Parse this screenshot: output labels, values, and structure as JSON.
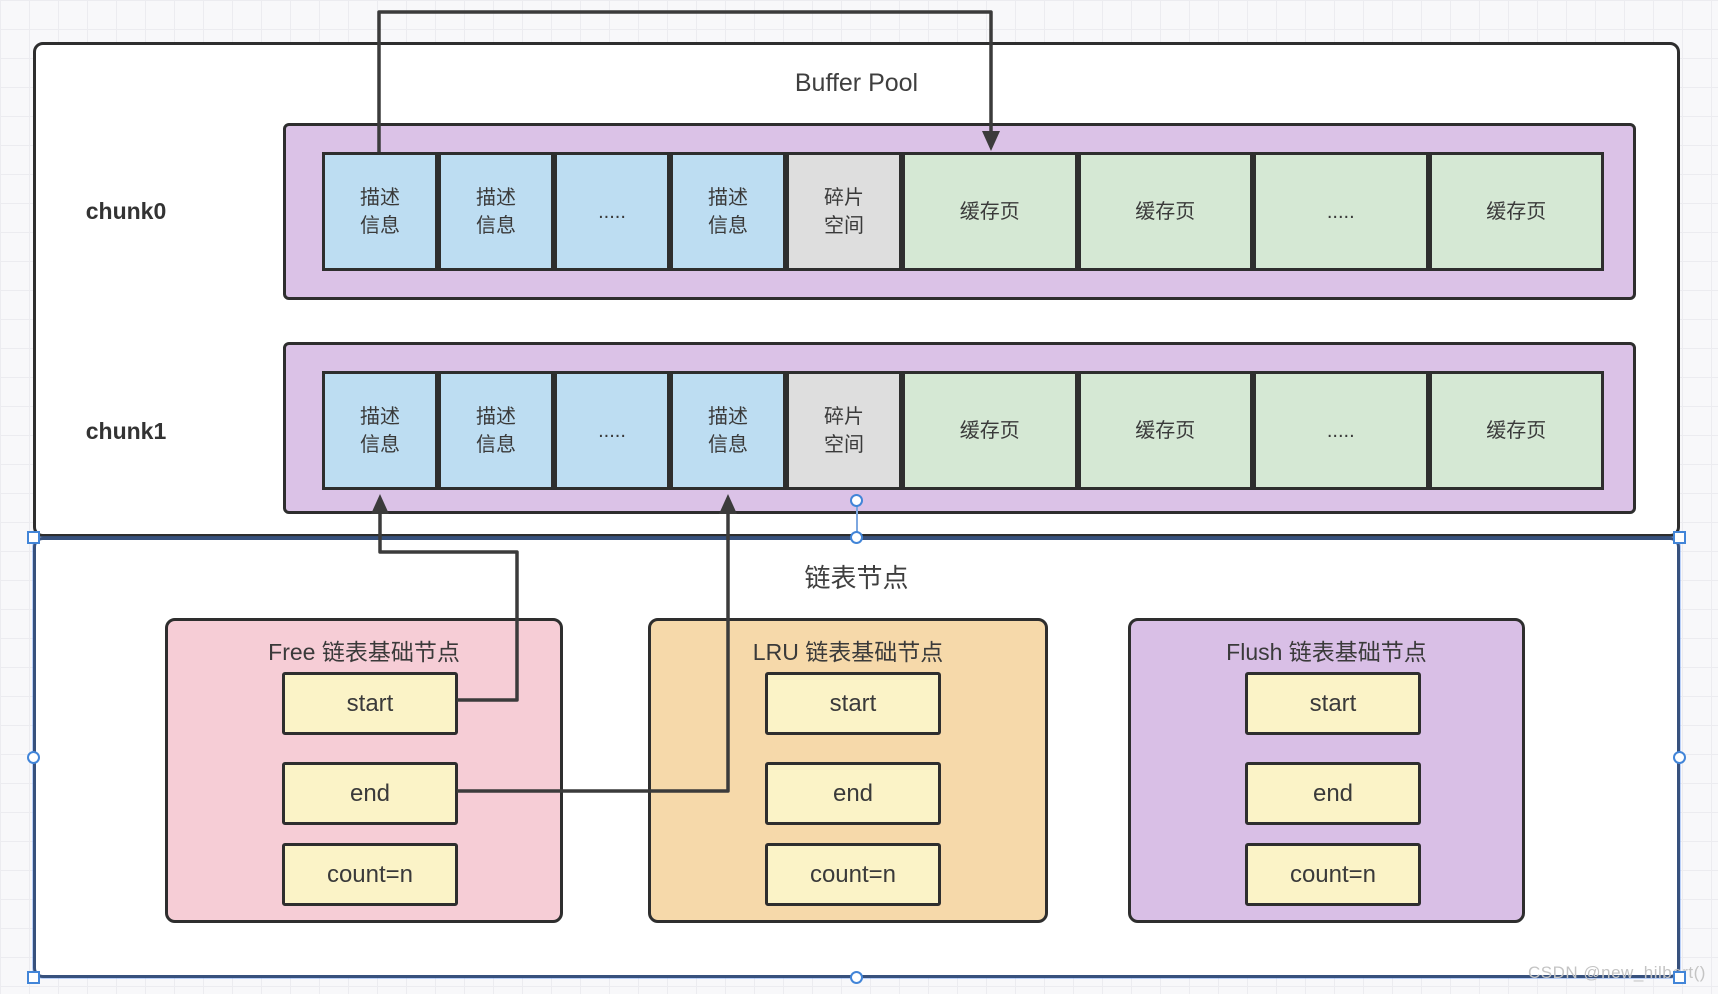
{
  "canvas": {
    "watermark": "CSDN @new_hilbert()"
  },
  "buffer_pool": {
    "title": "Buffer Pool",
    "chunks": [
      {
        "label": "chunk0",
        "cells": [
          {
            "text": "描述\n信息",
            "type": "descriptor"
          },
          {
            "text": "描述\n信息",
            "type": "descriptor"
          },
          {
            "text": ".....",
            "type": "descriptor-ellipsis"
          },
          {
            "text": "描述\n信息",
            "type": "descriptor"
          },
          {
            "text": "碎片\n空间",
            "type": "fragment"
          },
          {
            "text": "缓存页",
            "type": "cache-page"
          },
          {
            "text": "缓存页",
            "type": "cache-page"
          },
          {
            "text": ".....",
            "type": "cache-page-ellipsis"
          },
          {
            "text": "缓存页",
            "type": "cache-page"
          }
        ]
      },
      {
        "label": "chunk1",
        "cells": [
          {
            "text": "描述\n信息",
            "type": "descriptor"
          },
          {
            "text": "描述\n信息",
            "type": "descriptor"
          },
          {
            "text": ".....",
            "type": "descriptor-ellipsis"
          },
          {
            "text": "描述\n信息",
            "type": "descriptor"
          },
          {
            "text": "碎片\n空间",
            "type": "fragment"
          },
          {
            "text": "缓存页",
            "type": "cache-page"
          },
          {
            "text": "缓存页",
            "type": "cache-page"
          },
          {
            "text": ".....",
            "type": "cache-page-ellipsis"
          },
          {
            "text": "缓存页",
            "type": "cache-page"
          }
        ]
      }
    ]
  },
  "list_panel": {
    "title": "链表节点",
    "selected": true,
    "nodes": [
      {
        "title": "Free 链表基础节点",
        "fields": [
          {
            "label": "start"
          },
          {
            "label": "end"
          },
          {
            "label": "count=n"
          }
        ]
      },
      {
        "title": "LRU 链表基础节点",
        "fields": [
          {
            "label": "start"
          },
          {
            "label": "end"
          },
          {
            "label": "count=n"
          }
        ]
      },
      {
        "title": "Flush 链表基础节点",
        "fields": [
          {
            "label": "start"
          },
          {
            "label": "end"
          },
          {
            "label": "count=n"
          }
        ]
      }
    ]
  },
  "connectors": [
    {
      "name": "descriptor-to-cache-page",
      "from": "chunk0 first 描述信息 (top)",
      "to": "chunk0 first 缓存页 (top)",
      "arrow_at": "end"
    },
    {
      "name": "free-start-to-descriptor",
      "from": "Free 链表基础节点 start",
      "to": "chunk1 first 描述信息 (bottom)",
      "arrow_at": "end"
    },
    {
      "name": "free-end-to-descriptor",
      "from": "Free 链表基础节点 end",
      "to": "chunk1 fourth 描述信息 (bottom)",
      "arrow_at": "end"
    }
  ],
  "colors": {
    "descriptor_cell": "#BDDDF2",
    "fragment_cell": "#DEDEDE",
    "cache_page_cell": "#D5E8D4",
    "chunk_container": "#DBC2E7",
    "free_node": "#F6CDD6",
    "lru_node": "#F6D9AA",
    "flush_node": "#D9BFE6",
    "field_box": "#FBF3C7",
    "shape_border": "#2E2E2E",
    "connector": "#3B3B3B",
    "selection_border": "#37517D",
    "selection_handle": "#4285D8",
    "watermark_text": "#C4C4C4"
  }
}
